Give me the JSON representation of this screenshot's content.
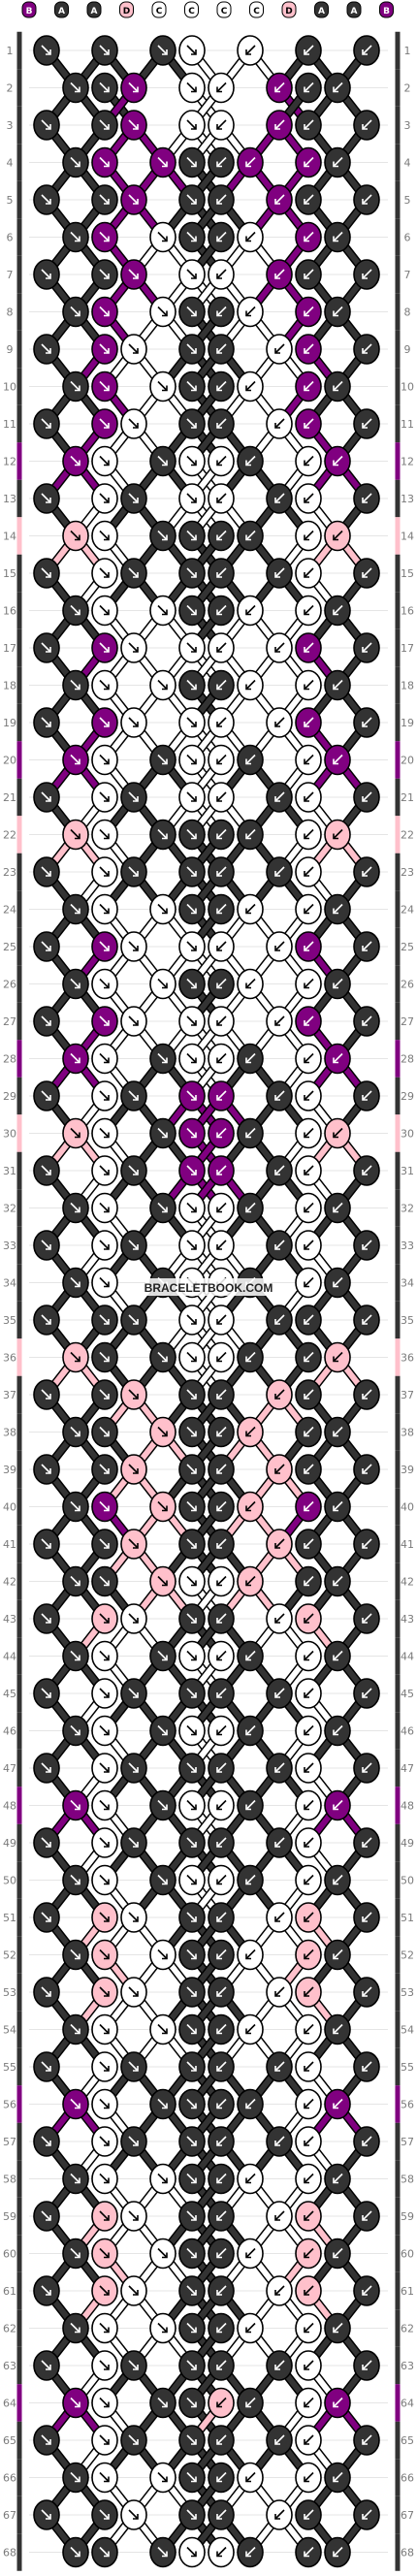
{
  "watermark": "BRACELETBOOK.COM",
  "rows": 68,
  "strands": 12,
  "strand_letters": [
    "B",
    "A",
    "A",
    "D",
    "C",
    "C",
    "C",
    "C",
    "D",
    "A",
    "A",
    "B"
  ],
  "colors": {
    "A": "#333333",
    "B": "#800080",
    "C": "#ffffff",
    "D": "#ffc0cb",
    "grid": "#cccccc",
    "arrow": "#000000",
    "rownum": "#7a7a7a"
  },
  "knot_rows": [
    "A0A0AC0C0A0A",
    "0AAB0CC0BAA0",
    "A0AB0CC0BA0A",
    "0AB0BAAB0BA0",
    "A0AB0AA0BA0A",
    "0AB0CAAC0BA0",
    "A0AB0CC0BA0A",
    "0AB0CAAC0BA0",
    "A0BC0AA0CB0A",
    "0AB0CAAC0BA0",
    "A0BC0AA0CB0A",
    "0BC0ACCA0CB0",
    "A0CA0CC0AC0A",
    "0DC0AAAA0CD0",
    "A0CA0AA0AC0A",
    "0AC0CAAC0CA0",
    "A0BC0CC0CB0A",
    "0AC0CAAC0CA0",
    "A0BC0CC0CB0A",
    "0BC0ACCA0CB0",
    "A0CA0CC0AC0A",
    "0DC0AAAA0CD0",
    "A0CA0AA0AC0A",
    "0AC0CAAC0CA0",
    "A0BC0CC0CB0A",
    "0AC0CAAC0CA0",
    "A0BC0CC0CB0A",
    "0BC0ACCA0CB0",
    "A0CA0BB0AC0A",
    "0DC0ABBA0CD0",
    "A0CA0BB0AC0A",
    "0AC0ACCA0CA0",
    "A0CA0CC0AC0A",
    "0AC0ACCA0CA0",
    "A0AA0CC0AA0A",
    "0DA0ACCA0AD0",
    "A0AD0AA0DA0A",
    "0AA0DAAD0AA0",
    "A0AD0AA0DA0A",
    "0AB0DAAD0BA0",
    "A0AD0AA0DA0A",
    "0AA0DCCD0AA0",
    "A0DC0AA0CD0A",
    "0AC0ACCA0CA0",
    "A0CA0AA0AC0A",
    "0AC0ACCA0CA0",
    "A0CA0AA0AC0A",
    "0BC0ACCA0CB0",
    "A0CA0AA0AC0A",
    "0AC0ACCA0CA0",
    "A0DC0AA0CD0A",
    "0AD0CAAC0DA0",
    "A0DC0AA0CD0A",
    "0AC0CAAC0CA0",
    "A0CA0AA0AC0A",
    "0BC0AAAA0CB0",
    "A0CA0AA0AC0A",
    "0AC0CAAC0CA0",
    "A0DC0AA0CD0A",
    "0AD0CAAC0DA0",
    "A0DC0AA0CD0A",
    "0AC0CAAC0CA0",
    "A0CA0AA0AC0A",
    "0BC0AADA0CB0",
    "A0CA0AA0AC0A",
    "0AC0CAAC0CA0",
    "A0AC0AA0CA0A",
    "0AA0ACCA0AA0"
  ]
}
